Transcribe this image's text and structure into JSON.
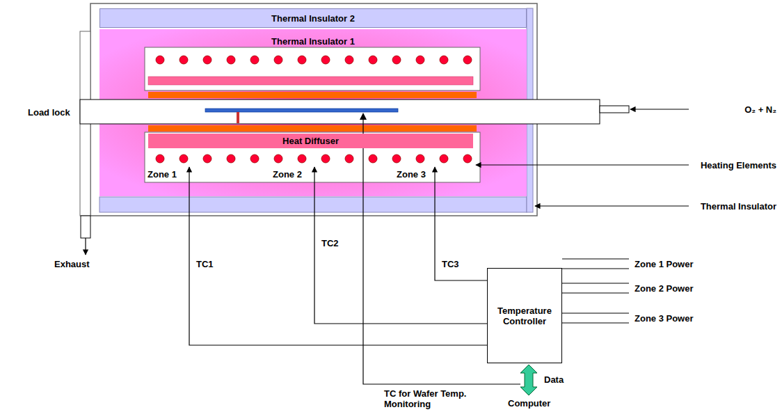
{
  "diagram": {
    "nodes": [
      {
        "text": [
          "Thermal Insulator 2"
        ]
      },
      {
        "text": [
          "Thermal Insulator 1"
        ]
      },
      {
        "text": [
          "Heat Diffuser"
        ],
        "in": 1
      },
      {
        "text": [
          "Temperature Controller"
        ]
      }
    ],
    "labels": [
      "Load lock",
      "O₂ + N₂",
      "Heating Elements",
      "Thermal Insulator",
      "Zone 1",
      "Zone 2",
      "Zone 3",
      "Exhaust",
      "TC1",
      "TC2",
      "TC3",
      "Zone 1 Power",
      "Zone 2 Power",
      "Zone 3 Power",
      "Data",
      "TC for Wafer Temp. Monitoring",
      "Computer"
    ]
  }
}
